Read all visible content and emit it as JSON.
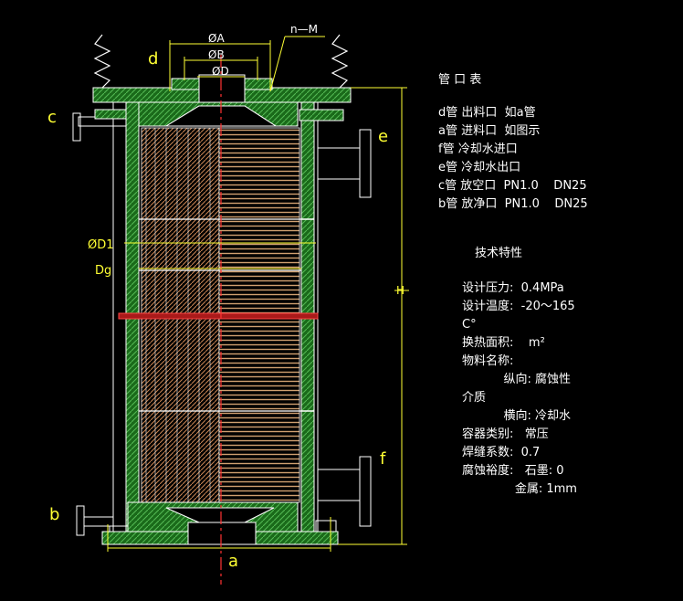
{
  "colors": {
    "background": "#000000",
    "shell_hatch": "#2a8a2a",
    "tube_hatch": "#d09060",
    "outline": "#ffffff",
    "dimension": "#ffff33",
    "centerline": "#ff3333",
    "flange_red": "#cc2222"
  },
  "labels": {
    "d": "d",
    "c": "c",
    "b": "b",
    "e": "e",
    "f": "f",
    "a": "a",
    "dim_A": "ØA",
    "dim_B": "ØB",
    "dim_D": "ØD",
    "dim_nM": "n—M",
    "dim_D1": "ØD1",
    "dim_Dg": "Dg",
    "dim_H": "H"
  },
  "nozzle_table": {
    "title": "管 口 表",
    "rows": [
      "d管 出料口  如a管",
      "a管 进料口  如图示",
      "f管 冷却水进口",
      "e管 冷却水出口",
      "c管 放空口  PN1.0    DN25",
      "b管 放净口  PN1.0    DN25"
    ]
  },
  "tech": {
    "title": "技术特性",
    "lines": [
      "设计压力:  0.4MPa",
      "设计温度:  -20～165",
      "C°",
      "换热面积:    m²",
      "物料名称:",
      "           纵向: 腐蚀性",
      "介质",
      "           横向: 冷却水",
      "容器类别:   常压",
      "焊缝系数:  0.7",
      "腐蚀裕度:   石墨: 0",
      "              金属: 1mm"
    ]
  }
}
